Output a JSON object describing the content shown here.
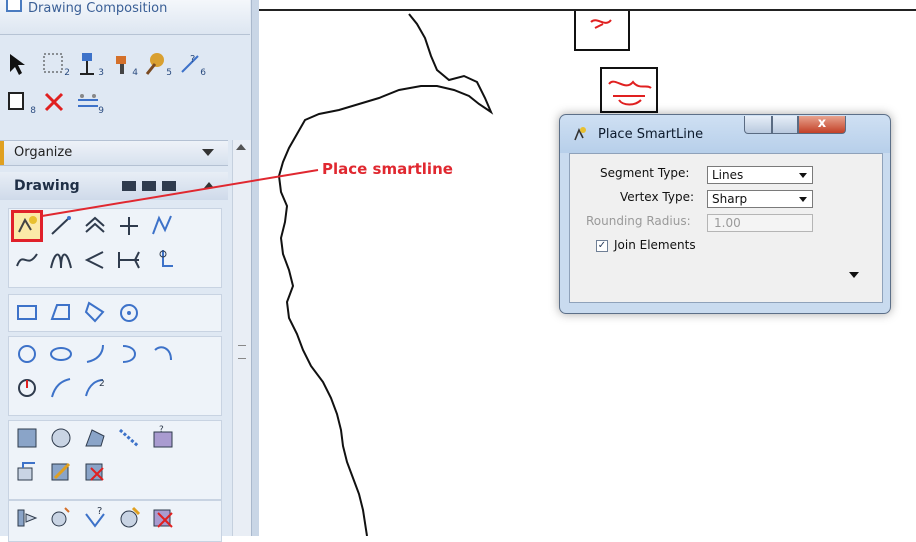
{
  "panel": {
    "header_title": "Drawing Composition",
    "top_tools_row1": [
      {
        "icon": "select-arrow-icon",
        "sub": ""
      },
      {
        "icon": "fence-icon",
        "sub": "2"
      },
      {
        "icon": "place-attribute-icon",
        "sub": "3"
      },
      {
        "icon": "brush-fill-icon",
        "sub": "4"
      },
      {
        "icon": "paint-icon",
        "sub": "5"
      },
      {
        "icon": "measure-icon",
        "sub": "6"
      }
    ],
    "top_tools_row2": [
      {
        "icon": "copy-element-icon",
        "sub": "8"
      },
      {
        "icon": "delete-icon",
        "sub": ""
      },
      {
        "icon": "dimension-icon",
        "sub": "9"
      }
    ],
    "organize_label": "Organize",
    "drawing_label": "Drawing"
  },
  "annotation": {
    "label": "Place smartline",
    "color": "#e02830"
  },
  "dialog": {
    "title": "Place SmartLine",
    "close_glyph": "x",
    "segment_type_label": "Segment Type:",
    "segment_type_value": "Lines",
    "vertex_type_label": "Vertex Type:",
    "vertex_type_value": "Sharp",
    "rounding_radius_label": "Rounding Radius:",
    "rounding_radius_value": "1.00",
    "join_elements_label": "Join Elements",
    "join_elements_checked": true,
    "check_glyph": "✓"
  }
}
